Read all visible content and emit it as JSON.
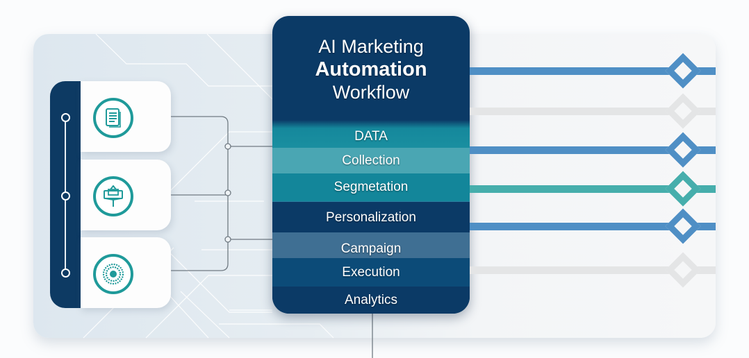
{
  "panel": {
    "title_line1": "AI Marketing",
    "title_line2": "Automation",
    "title_line3": "Workflow",
    "steps": [
      {
        "label": "DATA",
        "color": "#1a8fa0"
      },
      {
        "label": "Collection",
        "color": "#4aa6b3"
      },
      {
        "label": "Segmetation",
        "color": "#13869a"
      },
      {
        "label": "Personalization",
        "color": "#0b3a66"
      },
      {
        "label": "Campaign",
        "color": "#3f6f93"
      },
      {
        "label": "Execution",
        "color": "#0c4b78"
      },
      {
        "label": "Analytics",
        "color": "#0b3a66"
      }
    ]
  },
  "cards": [
    {
      "icon": "document-list-icon"
    },
    {
      "icon": "billboard-sign-icon"
    },
    {
      "icon": "radial-burst-icon"
    }
  ],
  "streams": [
    {
      "name": "stream-1",
      "color": "#4f8fc5"
    },
    {
      "name": "stream-2",
      "color": "#e4e5e6"
    },
    {
      "name": "stream-3",
      "color": "#4f8fc5"
    },
    {
      "name": "stream-4",
      "color": "#46aeac"
    },
    {
      "name": "stream-5",
      "color": "#4f8fc5"
    },
    {
      "name": "stream-6",
      "color": "#e4e5e6"
    }
  ],
  "colors": {
    "navy": "#0d3a63",
    "teal": "#1f9a9a",
    "blue": "#4f8fc5"
  }
}
